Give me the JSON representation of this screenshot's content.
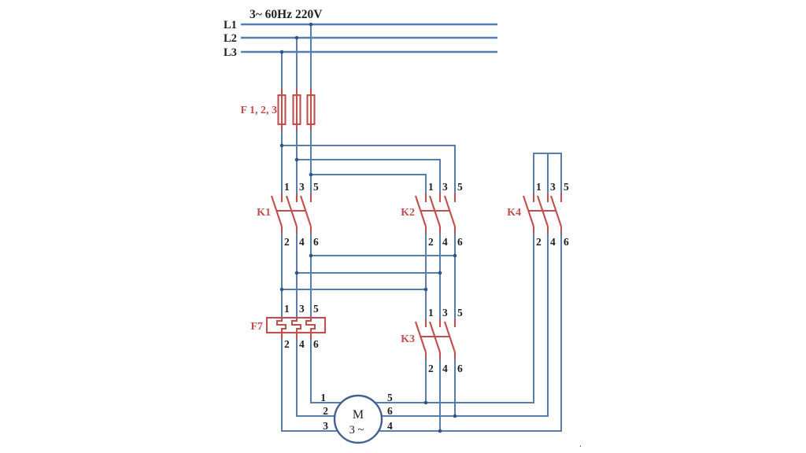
{
  "title": "3~ 60Hz 220V",
  "phases": [
    "L1",
    "L2",
    "L3"
  ],
  "components": {
    "fuse": {
      "label": "F 1, 2, 3"
    },
    "k1": {
      "label": "K1",
      "top": [
        "1",
        "3",
        "5"
      ],
      "bottom": [
        "2",
        "4",
        "6"
      ]
    },
    "k2": {
      "label": "K2",
      "top": [
        "1",
        "3",
        "5"
      ],
      "bottom": [
        "2",
        "4",
        "6"
      ]
    },
    "k3": {
      "label": "K3",
      "top": [
        "1",
        "3",
        "5"
      ],
      "bottom": [
        "2",
        "4",
        "6"
      ]
    },
    "k4": {
      "label": "K4",
      "top": [
        "1",
        "3",
        "5"
      ],
      "bottom": [
        "2",
        "4",
        "6"
      ]
    },
    "f7": {
      "label": "F7",
      "top": [
        "1",
        "3",
        "5"
      ],
      "bottom": [
        "2",
        "4",
        "6"
      ]
    },
    "motor": {
      "label": "M",
      "sub": "3 ~",
      "left_terminals": [
        "1",
        "2",
        "3"
      ],
      "right_terminals": [
        "5",
        "6",
        "4"
      ]
    }
  },
  "punctuation": {
    "stray_period": "."
  },
  "colors": {
    "wire": "#567eae",
    "component": "#c0504d",
    "junction": "#33557f",
    "text": "#1f1f1f",
    "motor_outline": "#44618f"
  }
}
